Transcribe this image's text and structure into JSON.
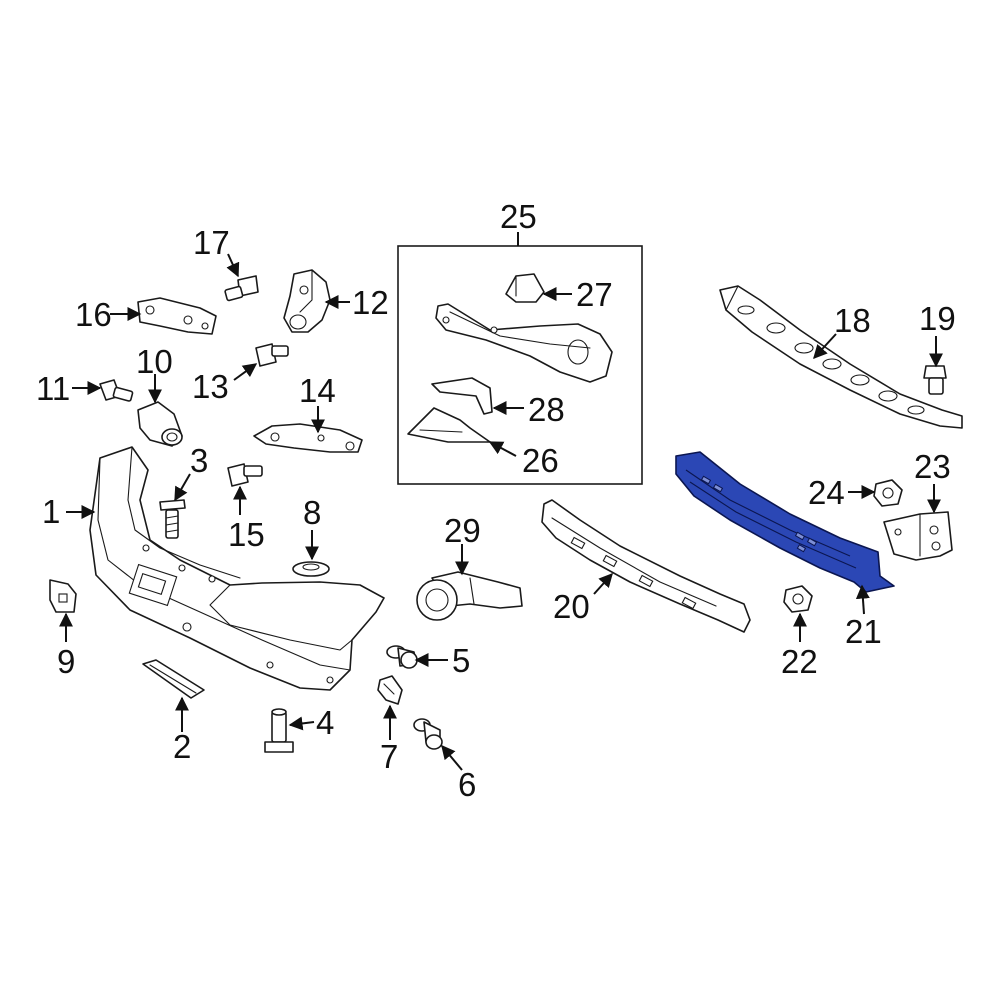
{
  "diagram": {
    "highlight_color": "#2b47b5",
    "highlighted_part": "21",
    "callouts": {
      "c1": "1",
      "c2": "2",
      "c3": "3",
      "c4": "4",
      "c5": "5",
      "c6": "6",
      "c7": "7",
      "c8": "8",
      "c9": "9",
      "c10": "10",
      "c11": "11",
      "c12": "12",
      "c13": "13",
      "c14": "14",
      "c15": "15",
      "c16": "16",
      "c17": "17",
      "c18": "18",
      "c19": "19",
      "c20": "20",
      "c21": "21",
      "c22": "22",
      "c23": "23",
      "c24": "24",
      "c25": "25",
      "c26": "26",
      "c27": "27",
      "c28": "28",
      "c29": "29"
    }
  }
}
